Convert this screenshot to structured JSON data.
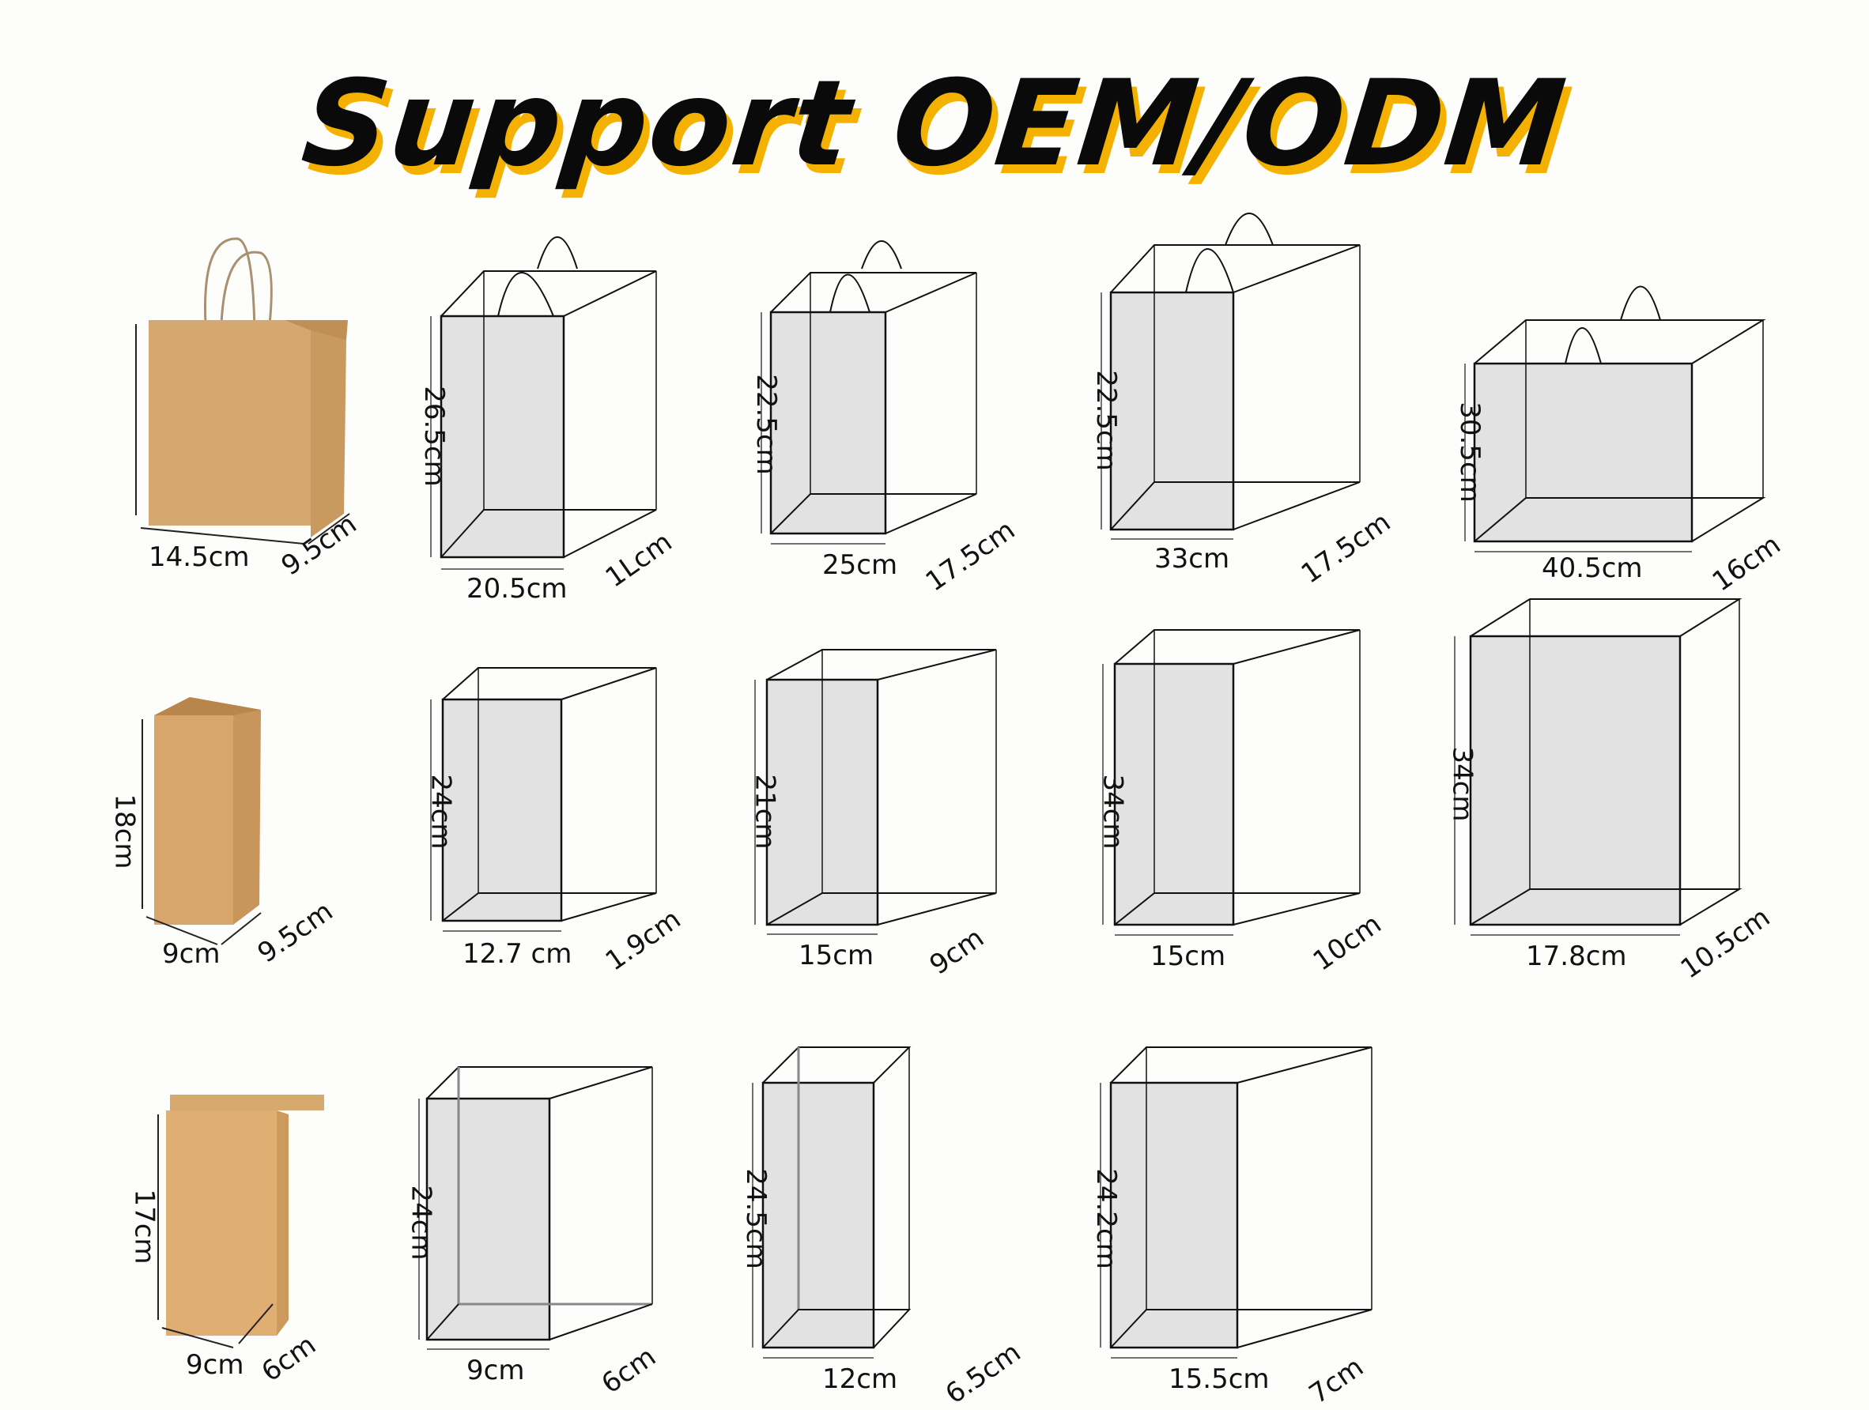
{
  "header": {
    "title": "Support OEM/ODM"
  },
  "colors": {
    "title_text": "#0a0a0a",
    "title_shadow": "#f5b100",
    "kraft": "#d9a86c",
    "box_face": "#e2e2e2",
    "line": "#111111"
  },
  "rows": [
    {
      "style": "handle-bag",
      "items": [
        {
          "kind": "photo-handle-bag",
          "height": "",
          "width": "14.5cm",
          "depth": "9.5cm"
        },
        {
          "kind": "wireframe-handle",
          "height": "26.5cm",
          "width": "20.5cm",
          "depth": "1Lcm"
        },
        {
          "kind": "wireframe-handle",
          "height": "22.5cm",
          "width": "25cm",
          "depth": "17.5cm"
        },
        {
          "kind": "wireframe-handle",
          "height": "22.5cm",
          "width": "33cm",
          "depth": "17.5cm"
        },
        {
          "kind": "wireframe-handle",
          "height": "30.5cm",
          "width": "40.5cm",
          "depth": "16cm"
        }
      ]
    },
    {
      "style": "sos-bag",
      "items": [
        {
          "kind": "photo-sos-bag",
          "height": "18cm",
          "width": "9cm",
          "depth": "9.5cm"
        },
        {
          "kind": "wireframe",
          "height": "24cm",
          "width": "12.7 cm",
          "depth": "1.9cm"
        },
        {
          "kind": "wireframe",
          "height": "21cm",
          "width": "15cm",
          "depth": "9cm"
        },
        {
          "kind": "wireframe",
          "height": "34cm",
          "width": "15cm",
          "depth": "10cm"
        },
        {
          "kind": "wireframe",
          "height": "34cm",
          "width": "17.8cm",
          "depth": "10.5cm"
        }
      ]
    },
    {
      "style": "tin-tie-bag",
      "items": [
        {
          "kind": "photo-tin-tie-bag",
          "height": "17cm",
          "width": "9cm",
          "depth": "6cm"
        },
        {
          "kind": "wireframe",
          "height": "24cm",
          "width": "9cm",
          "depth": "6cm"
        },
        {
          "kind": "wireframe",
          "height": "24.5cm",
          "width": "12cm",
          "depth": "6.5cm"
        },
        {
          "kind": "wireframe",
          "height": "24.2cm",
          "width": "15.5cm",
          "depth": "7cm"
        }
      ]
    }
  ]
}
